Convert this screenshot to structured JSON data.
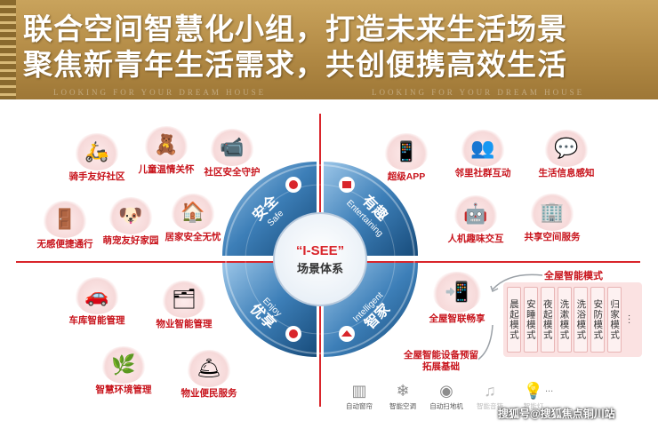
{
  "banner": {
    "line1": "联合空间智慧化小组，打造未来生活场景",
    "line2": "聚焦新青年生活需求，共创便携高效生活",
    "watermark": "LOOKING FOR YOUR DREAM HOUSE"
  },
  "quadrants": {
    "safe": {
      "cn": "安全",
      "en": "Safe",
      "items": [
        {
          "label": "骑手友好社区",
          "icon": "rider-icon",
          "glyph": "🛵"
        },
        {
          "label": "儿童温情关怀",
          "icon": "child-care-icon",
          "glyph": "🧸"
        },
        {
          "label": "社区安全守护",
          "icon": "camera-icon",
          "glyph": "📹"
        },
        {
          "label": "无感便捷通行",
          "icon": "access-gate-icon",
          "glyph": "🚪"
        },
        {
          "label": "萌宠友好家园",
          "icon": "pet-icon",
          "glyph": "🐶"
        },
        {
          "label": "居家安全无忧",
          "icon": "home-safety-icon",
          "glyph": "🏠"
        }
      ]
    },
    "entertaining": {
      "cn": "有趣",
      "en": "Entertaining",
      "items": [
        {
          "label": "超级APP",
          "icon": "app-icon",
          "glyph": "📱"
        },
        {
          "label": "邻里社群互动",
          "icon": "community-icon",
          "glyph": "👥"
        },
        {
          "label": "生活信息感知",
          "icon": "info-icon",
          "glyph": "💬"
        },
        {
          "label": "人机趣味交互",
          "icon": "robot-icon",
          "glyph": "🤖"
        },
        {
          "label": "共享空间服务",
          "icon": "shared-space-icon",
          "glyph": "🏢"
        }
      ]
    },
    "enjoy": {
      "cn": "优享",
      "en": "Enjoy",
      "items": [
        {
          "label": "车库智能管理",
          "icon": "garage-icon",
          "glyph": "🚗"
        },
        {
          "label": "物业智能管理",
          "icon": "property-icon",
          "glyph": "🗂"
        },
        {
          "label": "智慧环境管理",
          "icon": "environment-icon",
          "glyph": "🌿"
        },
        {
          "label": "物业便民服务",
          "icon": "service-icon",
          "glyph": "🛎"
        }
      ]
    },
    "intelligent": {
      "cn": "智家",
      "en": "Intelligent"
    }
  },
  "center": {
    "title_en": "“I-SEE”",
    "title_cn": "场景体系"
  },
  "smart_home": {
    "center_label": "全屋智联畅享",
    "mode_title": "全屋智能模式",
    "modes": [
      "晨起模式",
      "安睡模式",
      "夜起模式",
      "洗漱模式",
      "洗浴模式",
      "安防模式",
      "归家模式",
      "..."
    ],
    "device_title": "全屋智能设备预留拓展基础",
    "devices": [
      {
        "label": "自动窗帘",
        "icon": "curtain-icon",
        "glyph": "▥"
      },
      {
        "label": "智能空调",
        "icon": "air-conditioner-icon",
        "glyph": "❄"
      },
      {
        "label": "自动扫地机",
        "icon": "vacuum-icon",
        "glyph": "◉"
      },
      {
        "label": "智能音箱",
        "icon": "speaker-icon",
        "glyph": "♫"
      },
      {
        "label": "智能灯",
        "icon": "bulb-icon",
        "glyph": "💡"
      }
    ],
    "device_more": "...",
    "credit": "搜狐号@搜狐焦点铜川站"
  },
  "colors": {
    "accent": "#d9252b",
    "label": "#c8141c",
    "circle": "#1f5f94"
  }
}
